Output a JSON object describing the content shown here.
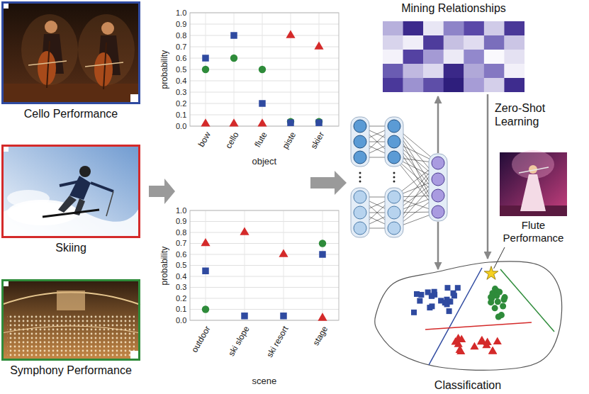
{
  "diagram": {
    "nodes": [
      {
        "text": [
          "Cello Performance"
        ]
      },
      {
        "text": [
          "Skiing"
        ]
      },
      {
        "text": [
          "Symphony Performance"
        ]
      },
      {
        "text": [
          "Mining Relationships"
        ]
      },
      {
        "text": [
          "Flute Performance"
        ]
      },
      {
        "text": [
          "Classification"
        ]
      }
    ],
    "edges": [
      {
        "from": 3,
        "to": 5,
        "arrow": "to",
        "label": "Zero-Shot Learning"
      },
      {
        "from": 4,
        "to": 5,
        "arrow": "none"
      }
    ],
    "labels": [
      "probability",
      "0.0",
      "0.1",
      "0.2",
      "0.3",
      "0.4",
      "0.5",
      "0.6",
      "0.7",
      "0.8",
      "0.9",
      "1.0",
      "bow",
      "cello",
      "flute",
      "piste",
      "skier",
      "object",
      "probability",
      "0.0",
      "0.1",
      "0.2",
      "0.3",
      "0.4",
      "0.5",
      "0.6",
      "0.7",
      "0.8",
      "0.9",
      "1.0",
      "outdoor",
      "ski slope",
      "ski resort",
      "stage",
      "scene"
    ]
  }
}
